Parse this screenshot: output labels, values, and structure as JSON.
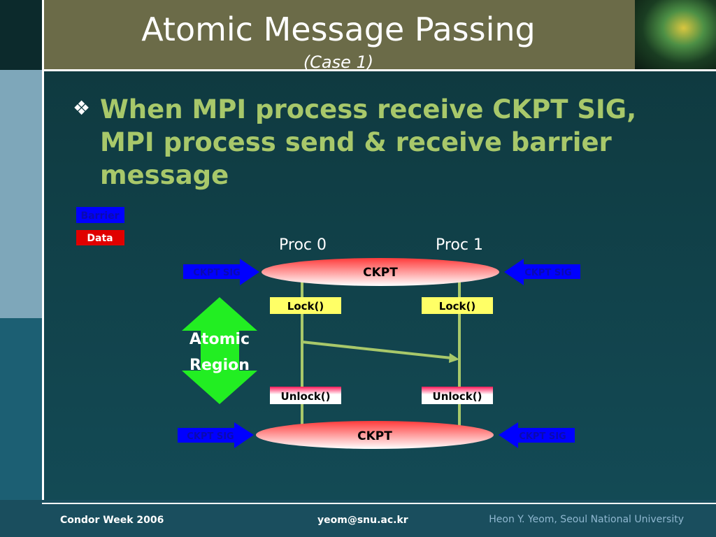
{
  "slide": {
    "title": "Atomic Message Passing",
    "subtitle": "(Case 1)",
    "bullet_marker": "❖",
    "bullet_text": "When MPI process receive CKPT SIG, MPI process send & receive barrier message"
  },
  "diagram": {
    "legend": [
      {
        "label": "Barrier",
        "box_color": "#0000ff",
        "text_color": "#0a0ab0"
      },
      {
        "label": "Data",
        "box_color": "#e00000",
        "text_color": "#ffffff"
      }
    ],
    "processes": [
      {
        "label": "Proc 0"
      },
      {
        "label": "Proc 1"
      }
    ],
    "checkpoints": [
      {
        "label": "CKPT"
      },
      {
        "label": "CKPT"
      }
    ],
    "signal_label": "CKPT SIG",
    "lock_label": "Lock()",
    "unlock_label": "Unlock()",
    "atomic_region_line1": "Atomic",
    "atomic_region_line2": "Region",
    "colors": {
      "process_line": "#a8c86a",
      "ckpt_fill_top": "#ff3b3b",
      "ckpt_fill_bottom": "#ffffff",
      "signal_arrow": "#0000ff",
      "lock_box": "#ffff66",
      "unlock_box_top": "#ff1a5a",
      "atomic_arrow": "#22ee22"
    }
  },
  "footer": {
    "left": "Condor Week 2006",
    "center": "yeom@snu.ac.kr",
    "right": "Heon Y. Yeom, Seoul National University"
  }
}
